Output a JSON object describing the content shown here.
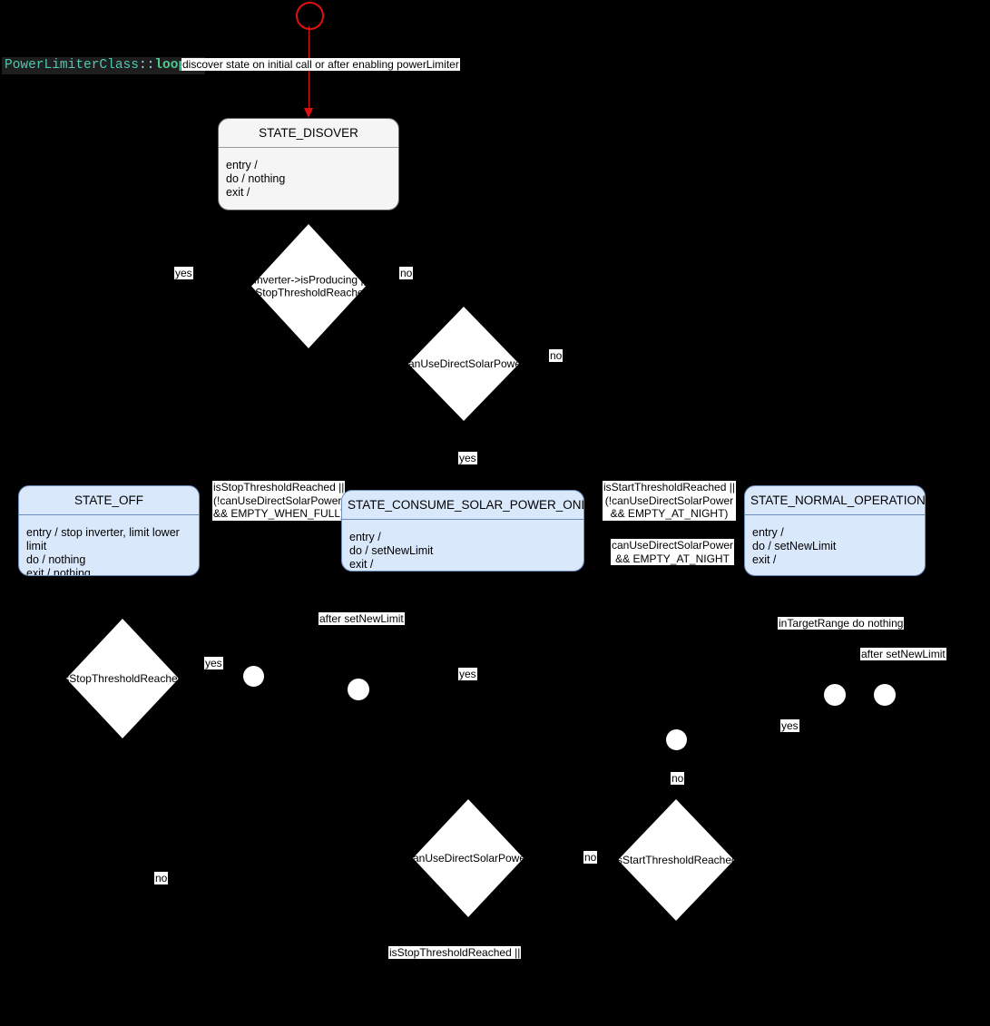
{
  "diagram": {
    "title_tokens": {
      "class_name": "PowerLimiterClass",
      "scope_operator": "::",
      "function_name": "loop()"
    },
    "colors": {
      "background": "#000000",
      "start_node": "#e01010",
      "state_blue_fill": "#dae8fc",
      "state_blue_border": "#6c8ebf",
      "state_gray_fill": "#f5f5f5",
      "state_gray_border": "#666666",
      "label_bg": "#ffffff",
      "label_fg": "#000000",
      "title_class_color": "#4ec9b0",
      "title_op_color": "#9cdcfe",
      "title_fn_color": "#4ec994"
    },
    "start_transition_label": "discover state on initial call or after enabling powerLimiter",
    "states": [
      {
        "id": "state-discover",
        "name": "STATE_DISOVER",
        "entry": "entry /",
        "do": "do / nothing",
        "exit": "exit /",
        "style": "gray"
      },
      {
        "id": "state-off",
        "name": "STATE_OFF",
        "entry": "entry / stop inverter, limit lower limit",
        "do": "do / nothing",
        "exit": "exit / nothing",
        "style": "blue"
      },
      {
        "id": "state-consume-solar-power-only",
        "name": "STATE_CONSUME_SOLAR_POWER_ONLY",
        "entry": "entry /",
        "do": "do / setNewLimit",
        "exit": "exit /",
        "style": "blue"
      },
      {
        "id": "state-normal-operation",
        "name": "STATE_NORMAL_OPERATION",
        "entry": "entry /",
        "do": "do / setNewLimit",
        "exit": "exit /",
        "style": "blue"
      }
    ],
    "decisions": [
      {
        "id": "decision-producing-or-stop-threshold",
        "text": "!Inverter->isProducing ||\nisStopThresholdReached"
      },
      {
        "id": "decision-can-use-direct-solar-power-top",
        "text": "canUseDirectSolarPower"
      },
      {
        "id": "decision-is-stop-threshold-reached",
        "text": "isStopThresholdReached"
      },
      {
        "id": "decision-can-use-direct-solar-power-bottom",
        "text": "canUseDirectSolarPower"
      },
      {
        "id": "decision-is-start-threshold-reached",
        "text": "isStartThresholdReached"
      }
    ],
    "edge_labels": [
      {
        "id": "label-yes-1",
        "text": "yes"
      },
      {
        "id": "label-no-1",
        "text": "no"
      },
      {
        "id": "label-no-2",
        "text": "no"
      },
      {
        "id": "label-yes-2",
        "text": "yes"
      },
      {
        "id": "label-guard-stop-empty-when-full",
        "text": "isStopThresholdReached ||\n(!canUseDirectSolarPower\n&& EMPTY_WHEN_FULL)"
      },
      {
        "id": "label-guard-start-empty-at-night",
        "text": "isStartThresholdReached ||\n(!canUseDirectSolarPower\n&& EMPTY_AT_NIGHT)"
      },
      {
        "id": "label-guard-can-use-empty-at-night",
        "text": "canUseDirectSolarPower\n&& EMPTY_AT_NIGHT"
      },
      {
        "id": "label-after-setnewlimit-1",
        "text": "after setNewLimit"
      },
      {
        "id": "label-in-target-range",
        "text": "inTargetRange do nothing"
      },
      {
        "id": "label-after-setnewlimit-2",
        "text": "after setNewLimit"
      },
      {
        "id": "label-yes-3",
        "text": "yes"
      },
      {
        "id": "label-yes-4",
        "text": "yes"
      },
      {
        "id": "label-yes-5",
        "text": "yes"
      },
      {
        "id": "label-no-3",
        "text": "no"
      },
      {
        "id": "label-no-4",
        "text": "no"
      },
      {
        "id": "label-no-5",
        "text": "no"
      },
      {
        "id": "label-guard-stop-threshold-bottom",
        "text": "isStopThresholdReached ||"
      }
    ],
    "junctions": [
      {
        "id": "junction-1"
      },
      {
        "id": "junction-2"
      },
      {
        "id": "junction-3"
      },
      {
        "id": "junction-4"
      },
      {
        "id": "junction-5"
      }
    ]
  }
}
